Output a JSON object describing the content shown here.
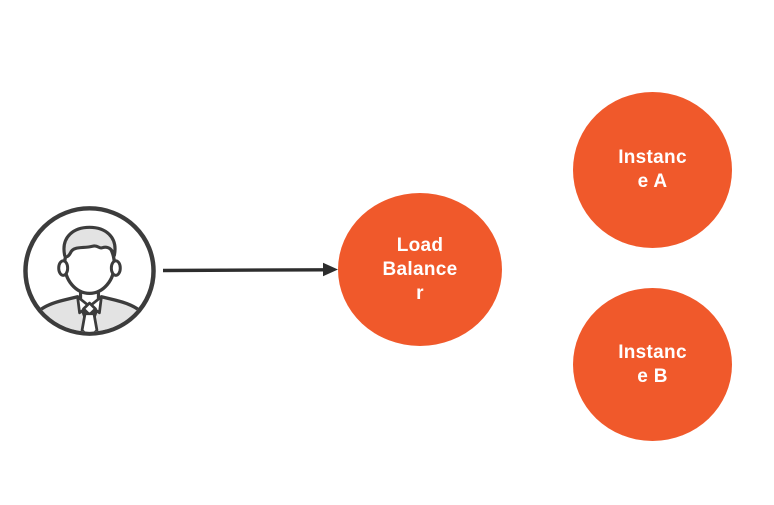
{
  "diagram": {
    "type": "flow-diagram",
    "background_color": "#ffffff",
    "node_fill_color": "#F0592B",
    "node_text_color": "#ffffff",
    "arrow_color": "#2d2d2d",
    "icon_stroke_color": "#3c3c3c",
    "icon_fill_color": "#e3e3e3",
    "nodes": {
      "user": {
        "icon": "user-avatar-icon"
      },
      "load_balancer": {
        "label": "Load Balancer",
        "lines": [
          "Load",
          "Balance",
          "r"
        ]
      },
      "instance_a": {
        "label": "Instance A",
        "lines": [
          "Instanc",
          "e A"
        ]
      },
      "instance_b": {
        "label": "Instance B",
        "lines": [
          "Instanc",
          "e B"
        ]
      }
    },
    "edges": [
      {
        "from": "user",
        "to": "load_balancer",
        "style": "solid-arrow"
      }
    ]
  }
}
